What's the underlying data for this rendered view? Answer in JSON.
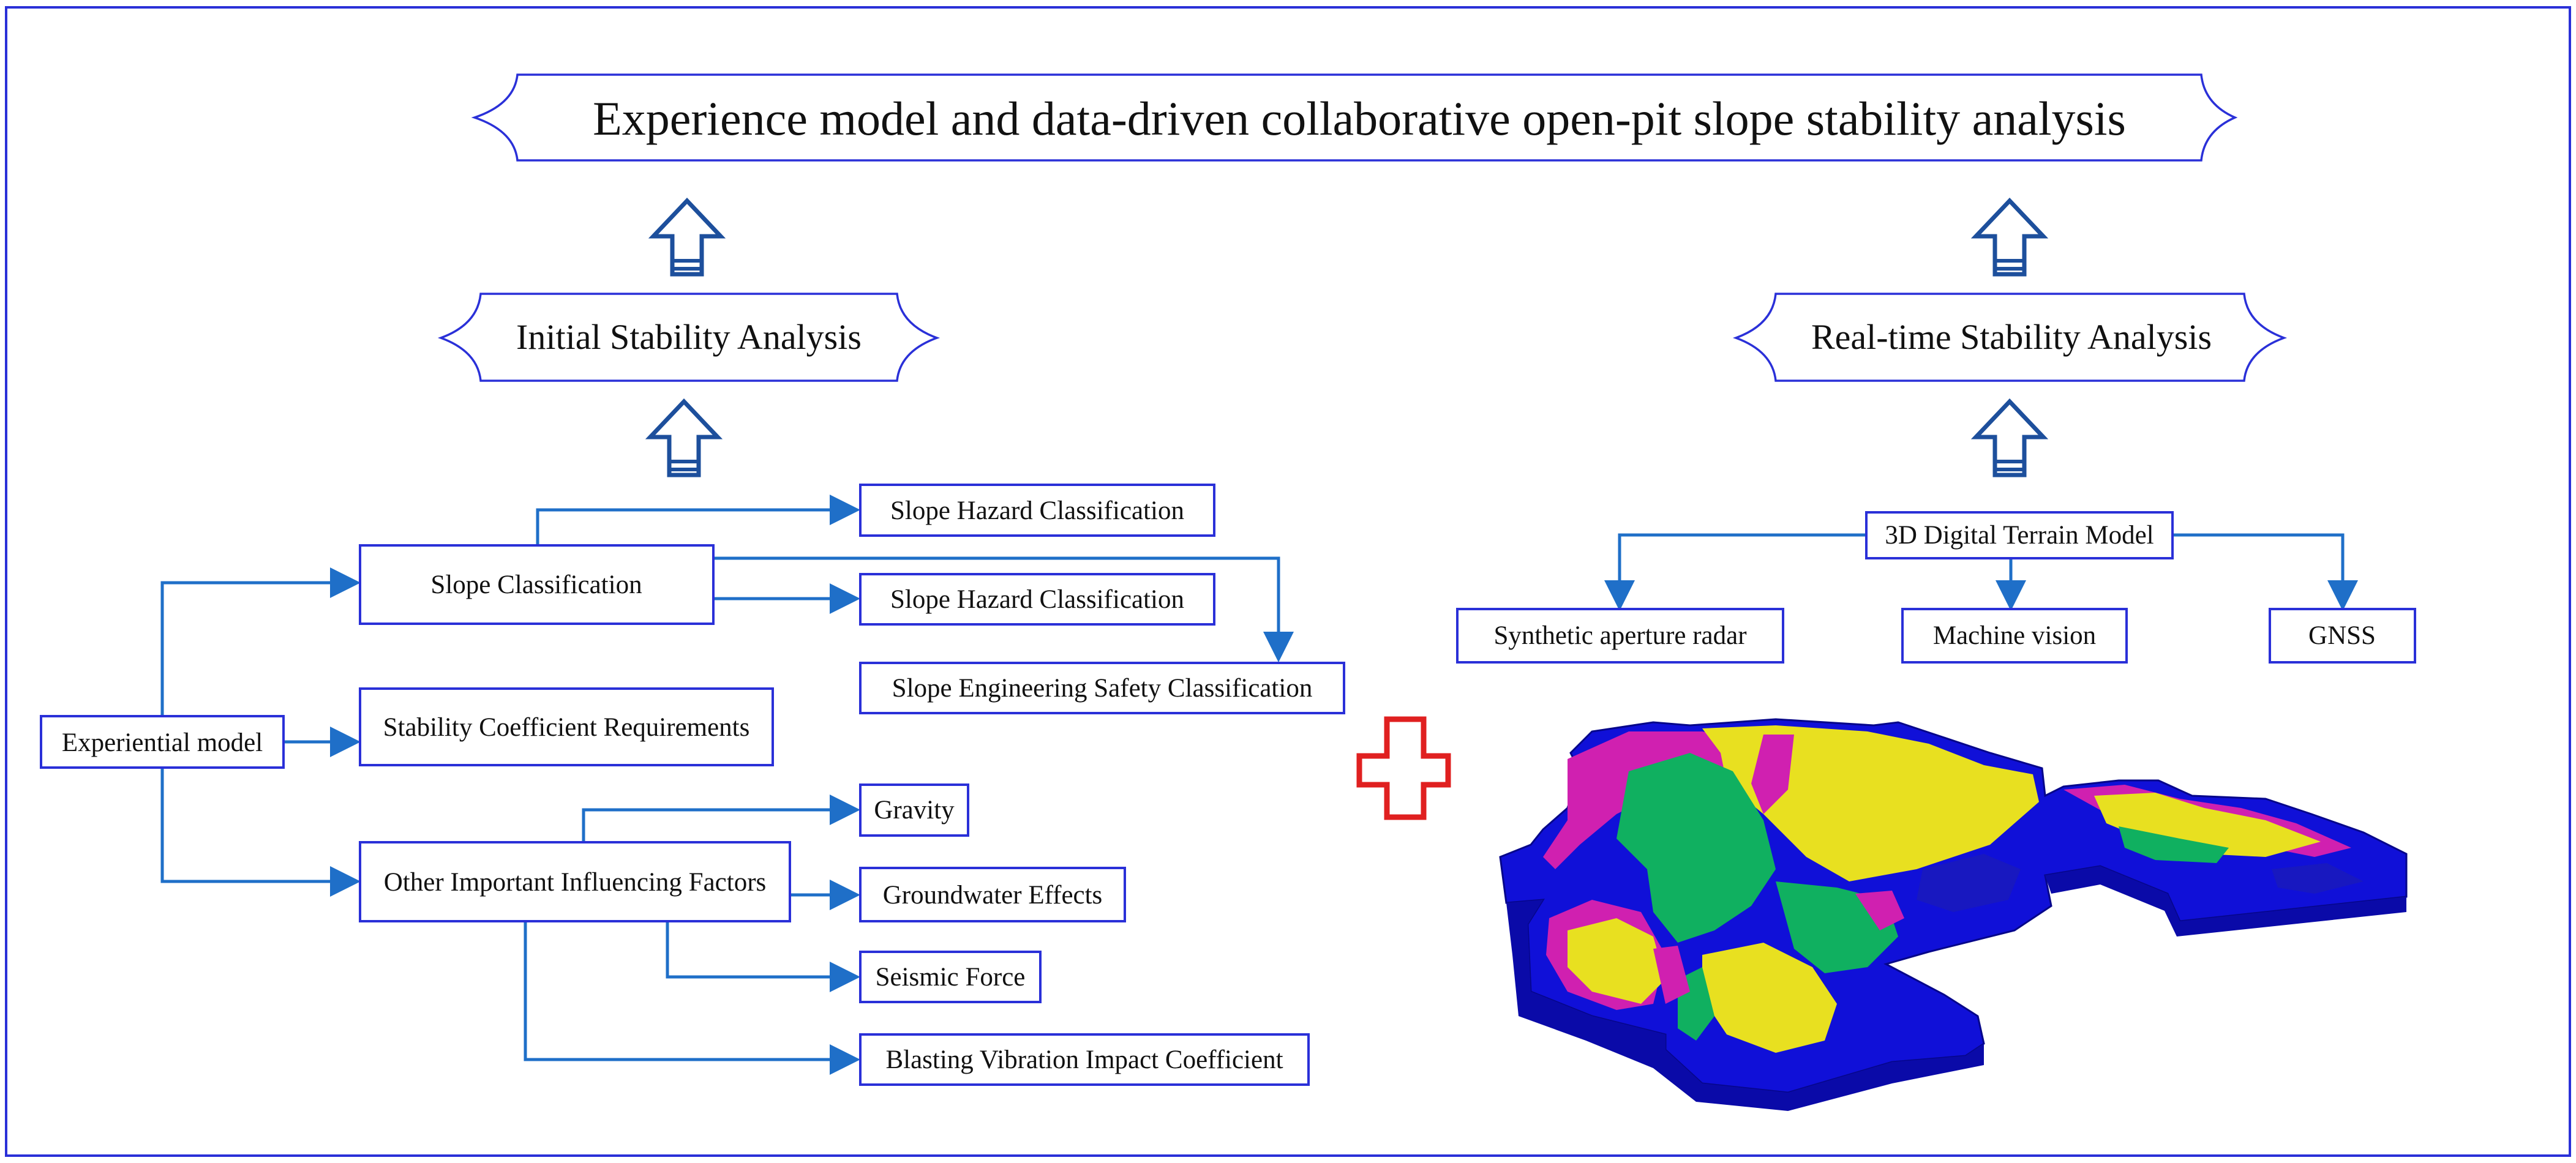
{
  "title": "Experience model and data-driven collaborative open-pit slope stability analysis",
  "initial_header": "Initial Stability Analysis",
  "realtime_header": "Real-time Stability Analysis",
  "left": {
    "experiential_model": "Experiential model",
    "slope_classification": "Slope Classification",
    "stability_coefficient": "Stability Coefficient Requirements",
    "other_factors": "Other Important Influencing Factors",
    "hazard_1": "Slope Hazard Classification",
    "hazard_2": "Slope Hazard Classification",
    "engineering_safety": "Slope Engineering Safety Classification",
    "gravity": "Gravity",
    "groundwater": "Groundwater Effects",
    "seismic": "Seismic Force",
    "blasting": "Blasting Vibration Impact Coefficient"
  },
  "right": {
    "dtm": "3D Digital Terrain Model",
    "sar": "Synthetic aperture radar",
    "machine_vision": "Machine vision",
    "gnss": "GNSS"
  },
  "colors": {
    "border": "#2a30d8",
    "connector": "#1f6fc8",
    "up_arrow": "#1d4f9c",
    "plus": "#e02020",
    "terrain_base": "#1010d8",
    "terrain_yellow": "#e8e020",
    "terrain_green": "#10b060",
    "terrain_magenta": "#d020b0"
  },
  "icons": {
    "plus": "red-plus-icon",
    "terrain": "3d-terrain-model-image"
  }
}
